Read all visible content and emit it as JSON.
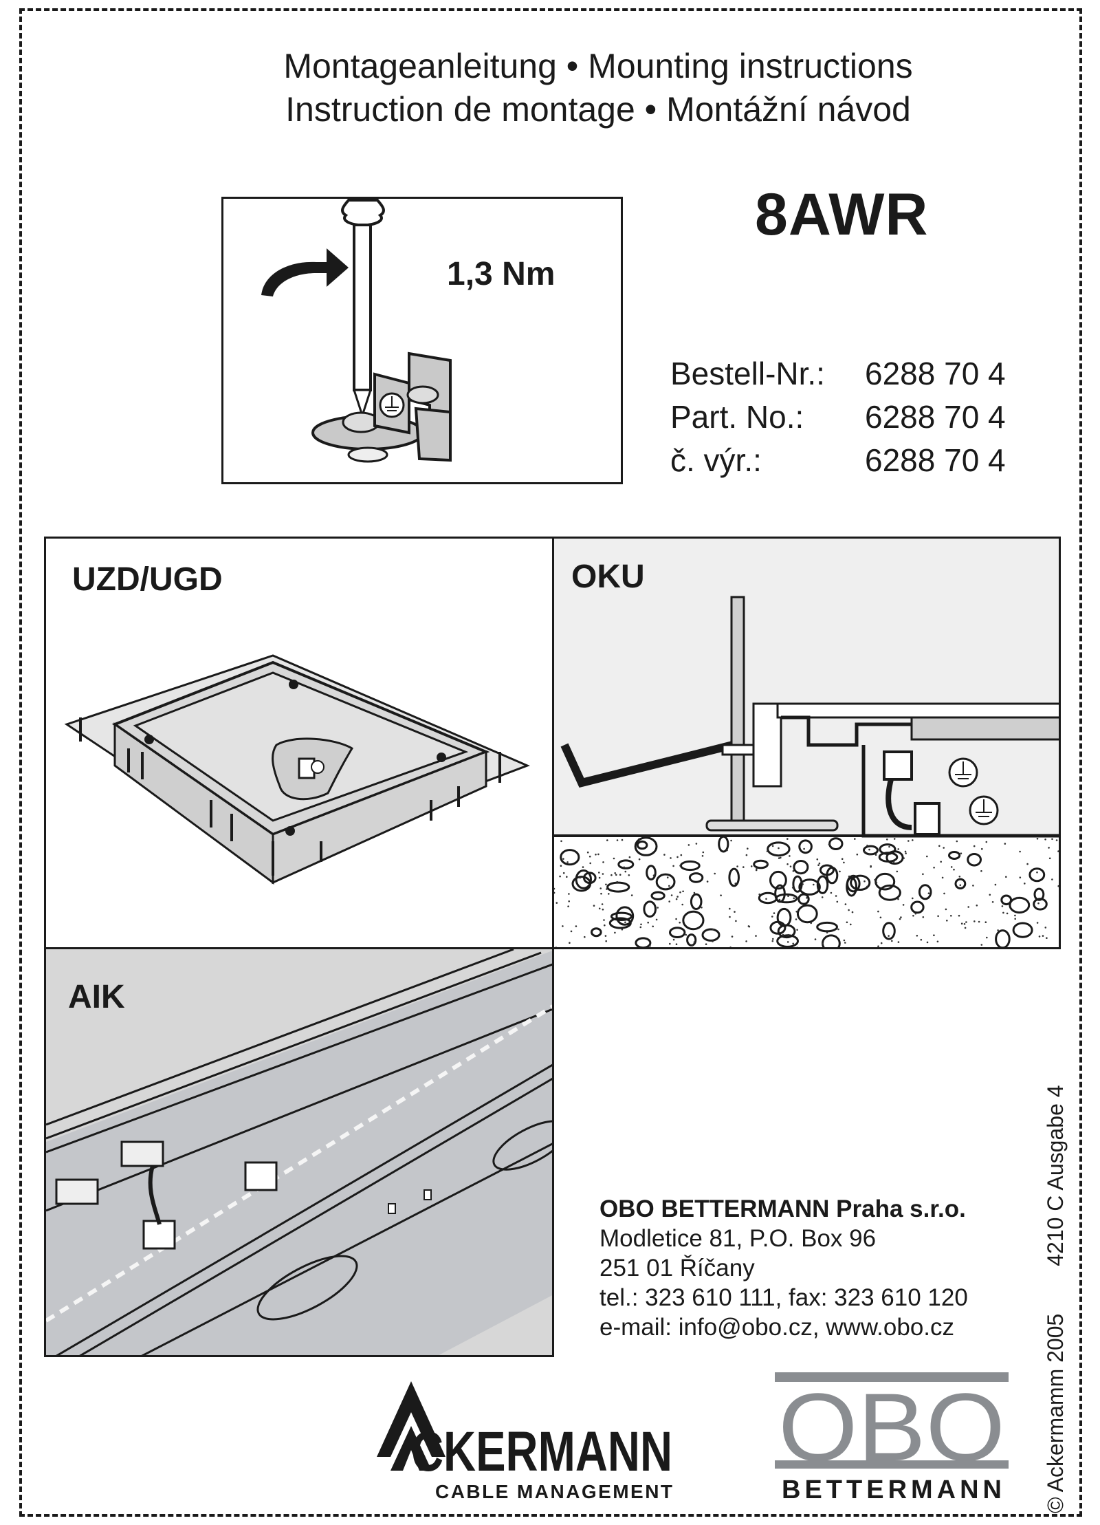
{
  "document": {
    "title_line1": "Montageanleitung • Mounting instructions",
    "title_line2": "Instruction de montage • Montážní návod",
    "model": "8AWR",
    "torque": {
      "value": "1,3 Nm",
      "icons": [
        "screwdriver-icon",
        "clockwise-arrow-icon",
        "earth-ground-icon"
      ]
    },
    "part_numbers": [
      {
        "label": "Bestell-Nr.:",
        "value": "6288 70 4"
      },
      {
        "label": "Part. No.:",
        "value": "6288 70 4"
      },
      {
        "label": "č. výr.:",
        "value": "6288 70 4"
      }
    ],
    "panels": [
      {
        "id": "uzd",
        "label": "UZD/UGD"
      },
      {
        "id": "oku",
        "label": "OKU"
      },
      {
        "id": "aik",
        "label": "AIK"
      }
    ],
    "contact": {
      "company": "OBO BETTERMANN Praha s.r.o.",
      "address1": "Modletice 81, P.O. Box 96",
      "address2": "251 01 Říčany",
      "phone": "tel.: 323 610 111, fax: 323 610 120",
      "web": "e-mail: info@obo.cz, www.obo.cz"
    },
    "side": {
      "copyright": "© Ackermamm 2005",
      "code": "4210 C  Ausgabe 4"
    },
    "logos": {
      "ackermann_name": "CKERMANN",
      "ackermann_tagline": "CABLE MANAGEMENT",
      "obo_name": "OBO",
      "obo_tagline": "BETTERMANN",
      "obo_color": "#8a8d91"
    }
  }
}
